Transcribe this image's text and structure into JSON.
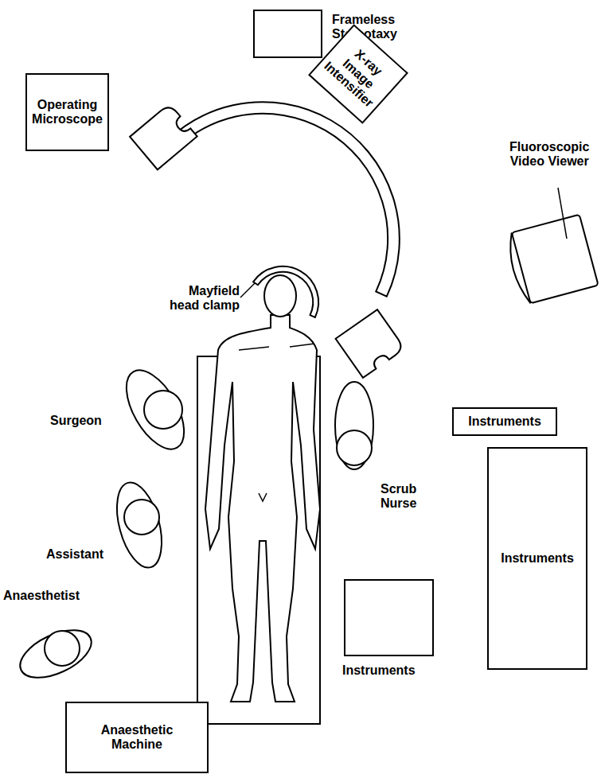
{
  "diagram": {
    "nodes": [
      {
        "text": [
          "Frameless Stereotaxy"
        ]
      },
      {
        "text": [
          "Operating Microscope"
        ]
      },
      {
        "text": [
          "X-ray Image Intensifier"
        ]
      },
      {
        "text": [
          "Instruments"
        ]
      },
      {
        "text": [
          "Instruments"
        ]
      },
      {
        "text": [
          "Instruments"
        ]
      },
      {
        "text": [
          "Anaesthetic Machine"
        ]
      }
    ],
    "labels": [
      "Fluoroscopic Video Viewer",
      "Mayfield head clamp",
      "Surgeon",
      "Scrub Nurse",
      "Assistant",
      "Anaesthetist"
    ]
  }
}
